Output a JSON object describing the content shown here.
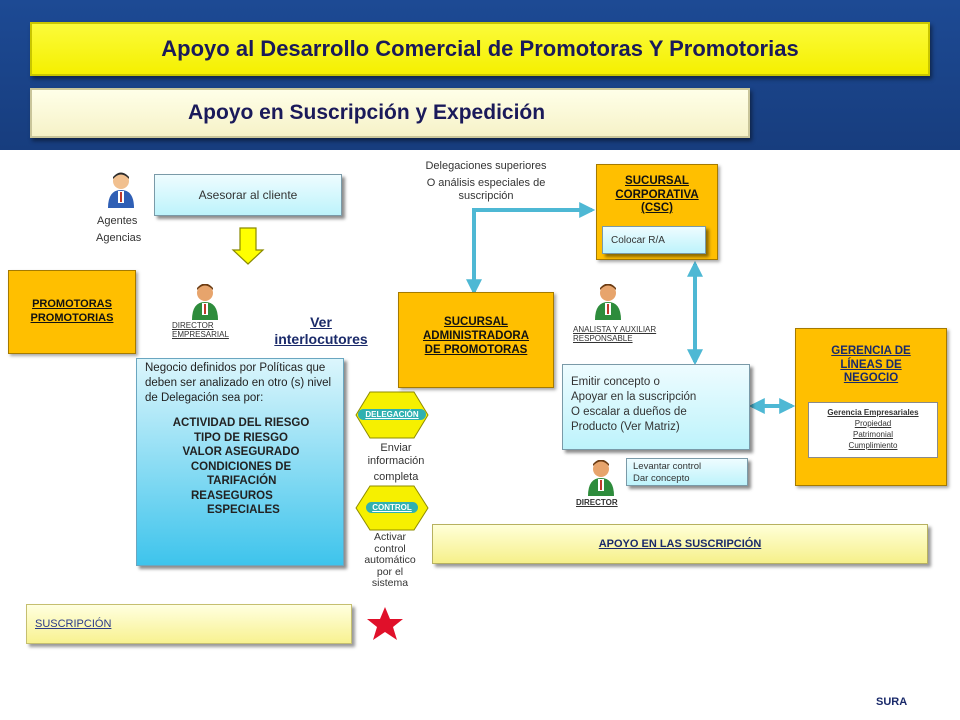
{
  "header": {
    "title": "Apoyo al Desarrollo Comercial de Promotoras Y Promotorias",
    "subtitle": "Apoyo en Suscripción y Expedición"
  },
  "left": {
    "asesorar": "Asesorar al cliente",
    "agentes": "Agentes",
    "agencias": "Agencias",
    "promotoras_line1": "PROMOTORAS",
    "promotoras_line2": "PROMOTORIAS",
    "director_empresarial_line1": "DIRECTOR",
    "director_empresarial_line2": "EMPRESARIAL",
    "ver_line1": "Ver",
    "ver_line2": "interlocutores",
    "negocio_intro": "Negocio definidos por Políticas que deben ser analizado  en otro (s) nivel de Delegación sea por:",
    "negocio_items": [
      "ACTIVIDAD DEL RIESGO",
      "TIPO DE RIESGO",
      "VALOR ASEGURADO",
      "CONDICIONES DE",
      "TARIFACIÓN",
      "REASEGUROS",
      "ESPECIALES"
    ],
    "suscripcion": "SUSCRIPCIÓN"
  },
  "middle": {
    "delegacion": "DELEGACIÓN",
    "control": "CONTROL",
    "enviar_line1": "Enviar",
    "enviar_line2": "información",
    "enviar_line3": "completa",
    "activar_line1": "Activar",
    "activar_line2": "control",
    "activar_line3": "automático",
    "activar_line4": "por el",
    "activar_line5": "sistema",
    "delegaciones_line1": "Delegaciones superiores",
    "delegaciones_line2": "O análisis especiales de",
    "delegaciones_line3": "suscripción",
    "sucursal_admin_line1": "SUCURSAL",
    "sucursal_admin_line2": "ADMINISTRADORA",
    "sucursal_admin_line3": "DE PROMOTORAS"
  },
  "right": {
    "sucursal_corp_line1": "SUCURSAL",
    "sucursal_corp_line2": "CORPORATIVA",
    "sucursal_corp_line3": "(CSC)",
    "colocar": "Colocar R/A",
    "analista_line1": "ANALISTA Y AUXILIAR",
    "analista_line2": "RESPONSABLE",
    "emitir_line1": "Emitir concepto o",
    "emitir_line2": "Apoyar en la suscripción",
    "emitir_line3": "O escalar a dueños de",
    "emitir_line4": "Producto (Ver Matriz)",
    "levantar_line1": "Levantar control",
    "levantar_line2": "Dar concepto",
    "director": "DIRECTOR",
    "apoyo": "APOYO EN LAS SUSCRIPCIÓN",
    "gerencia_line1": "GERENCIA  DE",
    "gerencia_line2": "LÍNEAS DE",
    "gerencia_line3": "NEGOCIO",
    "gerencia_inner": [
      "Gerencia Empresariales",
      "Propiedad",
      "Patrimonial",
      "Cumplimiento"
    ]
  },
  "footer": {
    "brand": "SURA"
  },
  "colors": {
    "header_band": "#1d4a94",
    "title_yellow": "#f5f000",
    "orange": "#ffbf00",
    "cyan": "#bdf3fb",
    "arrow": "#4eb8d4",
    "star": "#e0102a"
  }
}
